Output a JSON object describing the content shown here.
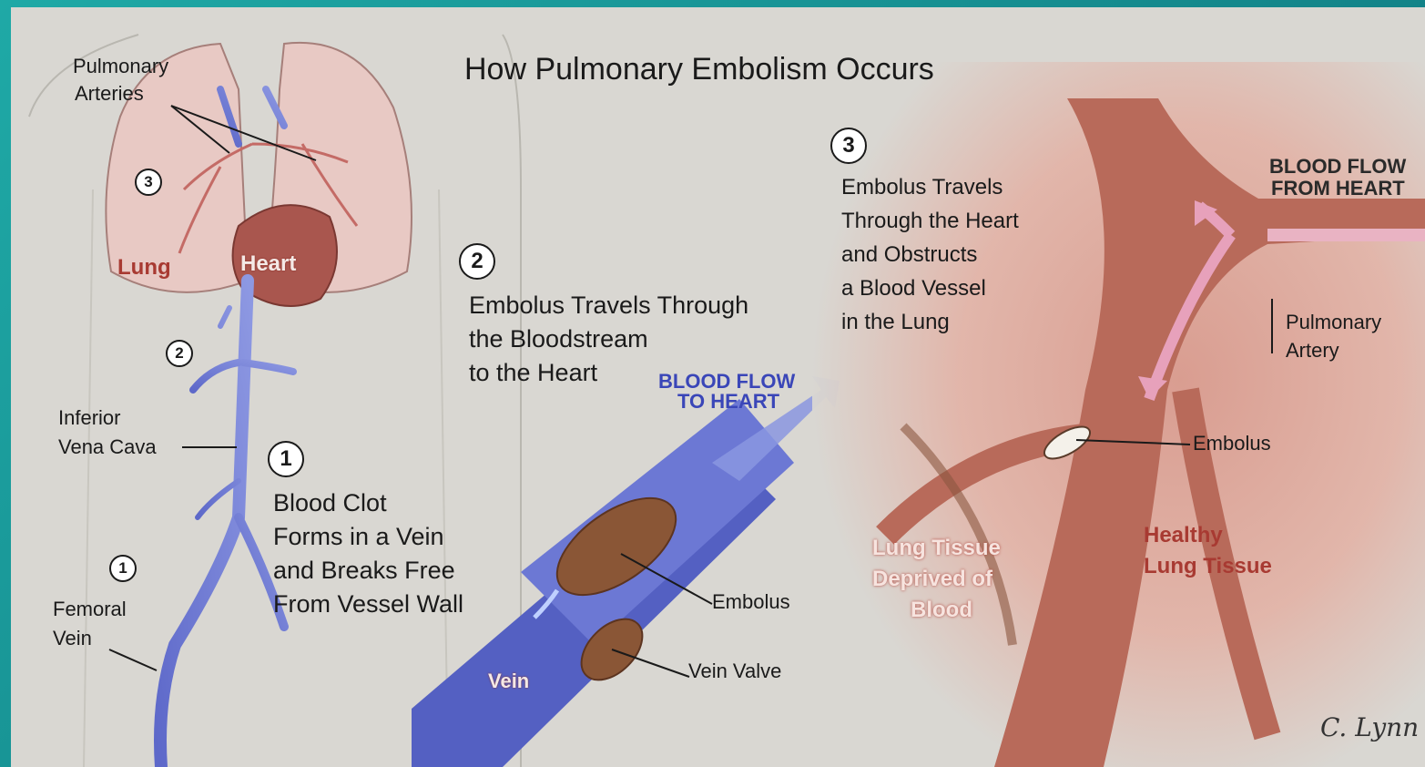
{
  "title": "How Pulmonary Embolism Occurs",
  "steps": {
    "s1": "1",
    "s2": "2",
    "s3": "3"
  },
  "left_panel": {
    "pulmonary_arteries": [
      "Pulmonary",
      "Arteries"
    ],
    "lung": "Lung",
    "heart": "Heart",
    "ivc": [
      "Inferior",
      "Vena Cava"
    ],
    "femoral_vein": [
      "Femoral",
      "Vein"
    ]
  },
  "step1_text": [
    "Blood Clot",
    "Forms in a Vein",
    "and Breaks Free",
    "From Vessel Wall"
  ],
  "step2_text": [
    "Embolus Travels Through",
    "the Bloodstream",
    "to the Heart"
  ],
  "middle_panel": {
    "blood_flow": [
      "BLOOD FLOW",
      "TO HEART"
    ],
    "embolus": "Embolus",
    "vein_valve": "Vein Valve",
    "vein": "Vein"
  },
  "step3_text": [
    "Embolus Travels",
    "Through the Heart",
    "and Obstructs",
    "a Blood Vessel",
    "in the Lung"
  ],
  "right_panel": {
    "blood_flow": [
      "BLOOD FLOW",
      "FROM HEART"
    ],
    "pulmonary_artery": [
      "Pulmonary",
      "Artery"
    ],
    "embolus": "Embolus",
    "deprived": [
      "Lung Tissue",
      "Deprived of",
      "Blood"
    ],
    "healthy": [
      "Healthy",
      "Lung Tissue"
    ]
  },
  "signature": "C. Lynn"
}
